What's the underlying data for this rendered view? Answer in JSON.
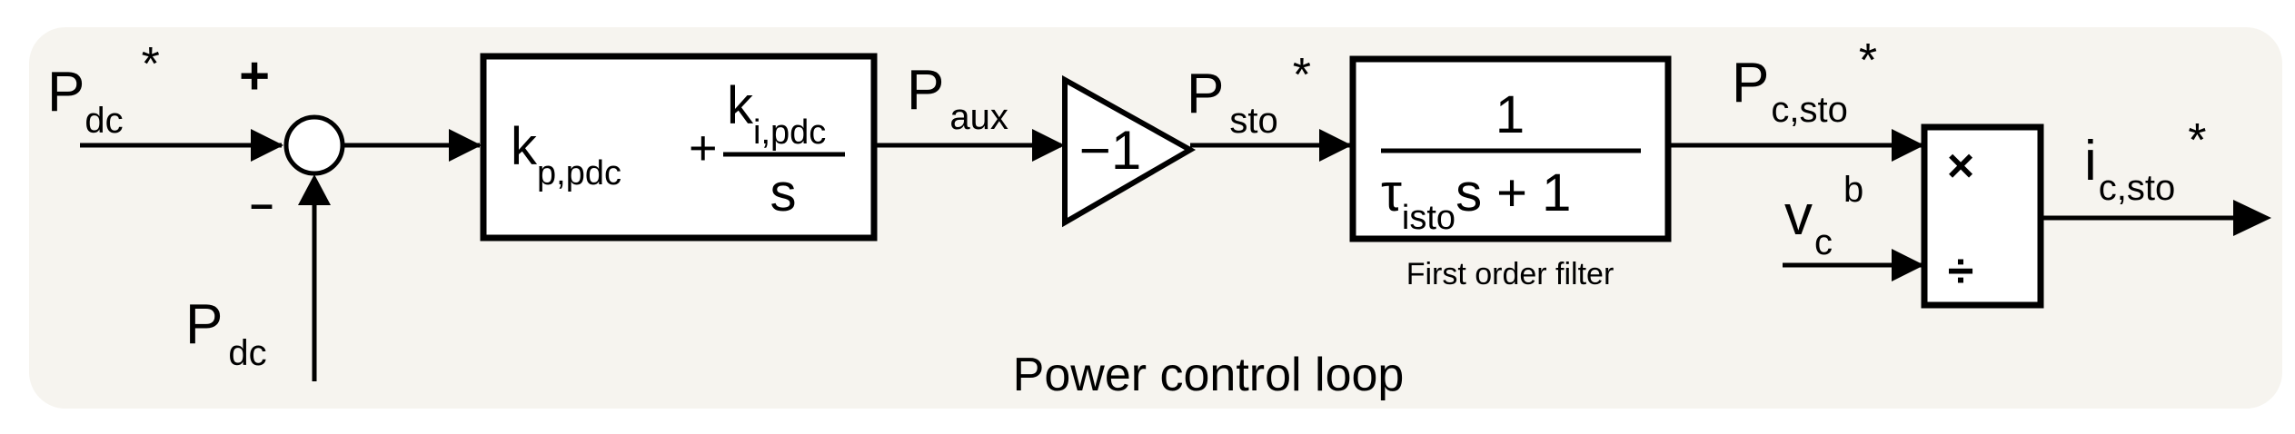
{
  "signals": {
    "pdc_ref": {
      "main": "P",
      "sub": "dc",
      "sup": "*"
    },
    "pdc_fb": {
      "main": "P",
      "sub": "dc"
    },
    "paux": {
      "main": "P",
      "sub": "aux"
    },
    "psto_ref": {
      "main": "P",
      "sub": "sto",
      "sup": "*"
    },
    "pcsto_ref": {
      "main": "P",
      "sub": "c,sto",
      "sup": "*"
    },
    "vcb": {
      "main": "v",
      "sub": "c",
      "sup": "b"
    },
    "icsto_ref": {
      "main": "i",
      "sub": "c,sto",
      "sup": "*"
    }
  },
  "summing_junction": {
    "plus": "+",
    "minus": "–"
  },
  "pi_block": {
    "kp_main": "k",
    "kp_sub": "p,pdc",
    "plus": "+",
    "ki_main": "k",
    "ki_sub": "i,pdc",
    "den": "s"
  },
  "gain_block": {
    "label": "−1"
  },
  "filter_block": {
    "num": "1",
    "tau": "τ",
    "tau_sub": "isto",
    "den_rest": "s + 1",
    "caption": "First order filter"
  },
  "divider_block": {
    "multiply": "×",
    "divide": "÷"
  },
  "loop_caption": "Power control loop",
  "colors": {
    "background_panel": "#f6f4ef",
    "stroke": "#000000"
  }
}
